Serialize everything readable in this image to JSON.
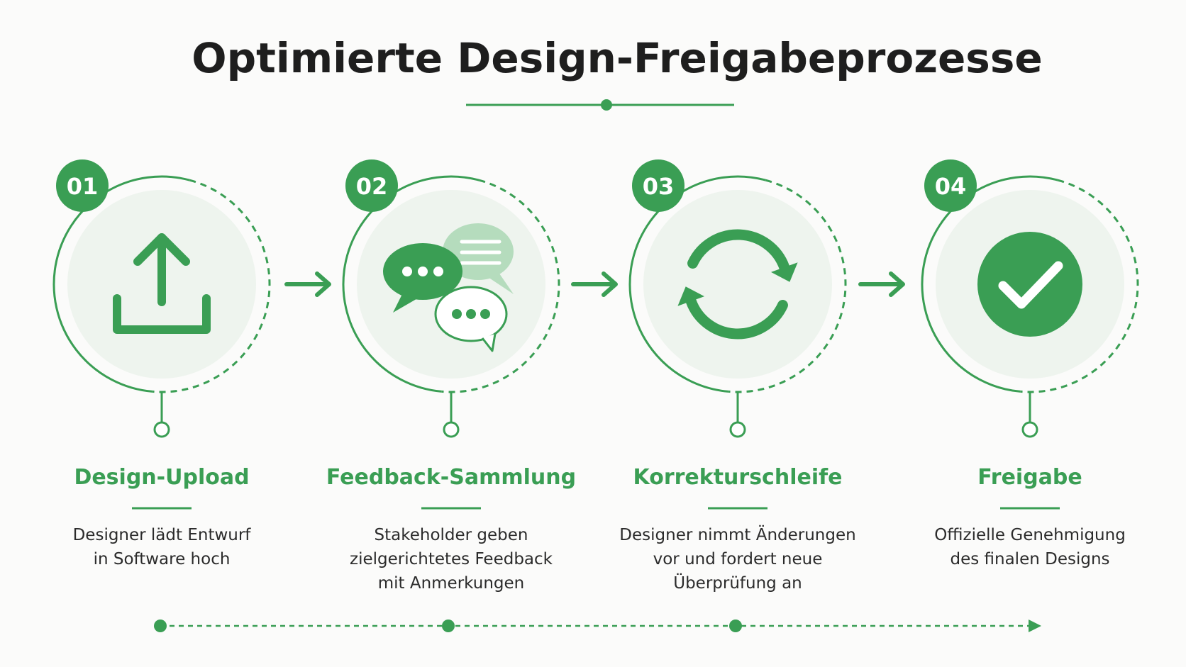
{
  "title": "Optimierte Design-Freigabeprozesse",
  "colors": {
    "accent": "#3a9e54",
    "accent_light": "#eef4ee",
    "bubble_light": "#b5dcbd",
    "text": "#1e1e1e"
  },
  "steps": [
    {
      "number": "01",
      "title": "Design-Upload",
      "icon": "upload-icon",
      "description": [
        "Designer lädt Entwurf",
        "in Software hoch"
      ]
    },
    {
      "number": "02",
      "title": "Feedback-Sammlung",
      "icon": "chat-bubbles-icon",
      "description": [
        "Stakeholder geben",
        "zielgerichtetes Feedback",
        "mit Anmerkungen"
      ]
    },
    {
      "number": "03",
      "title": "Korrekturschleife",
      "icon": "refresh-cycle-icon",
      "description": [
        "Designer nimmt Änderungen",
        "vor und fordert neue",
        "Überprüfung an"
      ]
    },
    {
      "number": "04",
      "title": "Freigabe",
      "icon": "checkmark-icon",
      "description": [
        "Offizielle Genehmigung",
        "des finalen Designs"
      ]
    }
  ]
}
